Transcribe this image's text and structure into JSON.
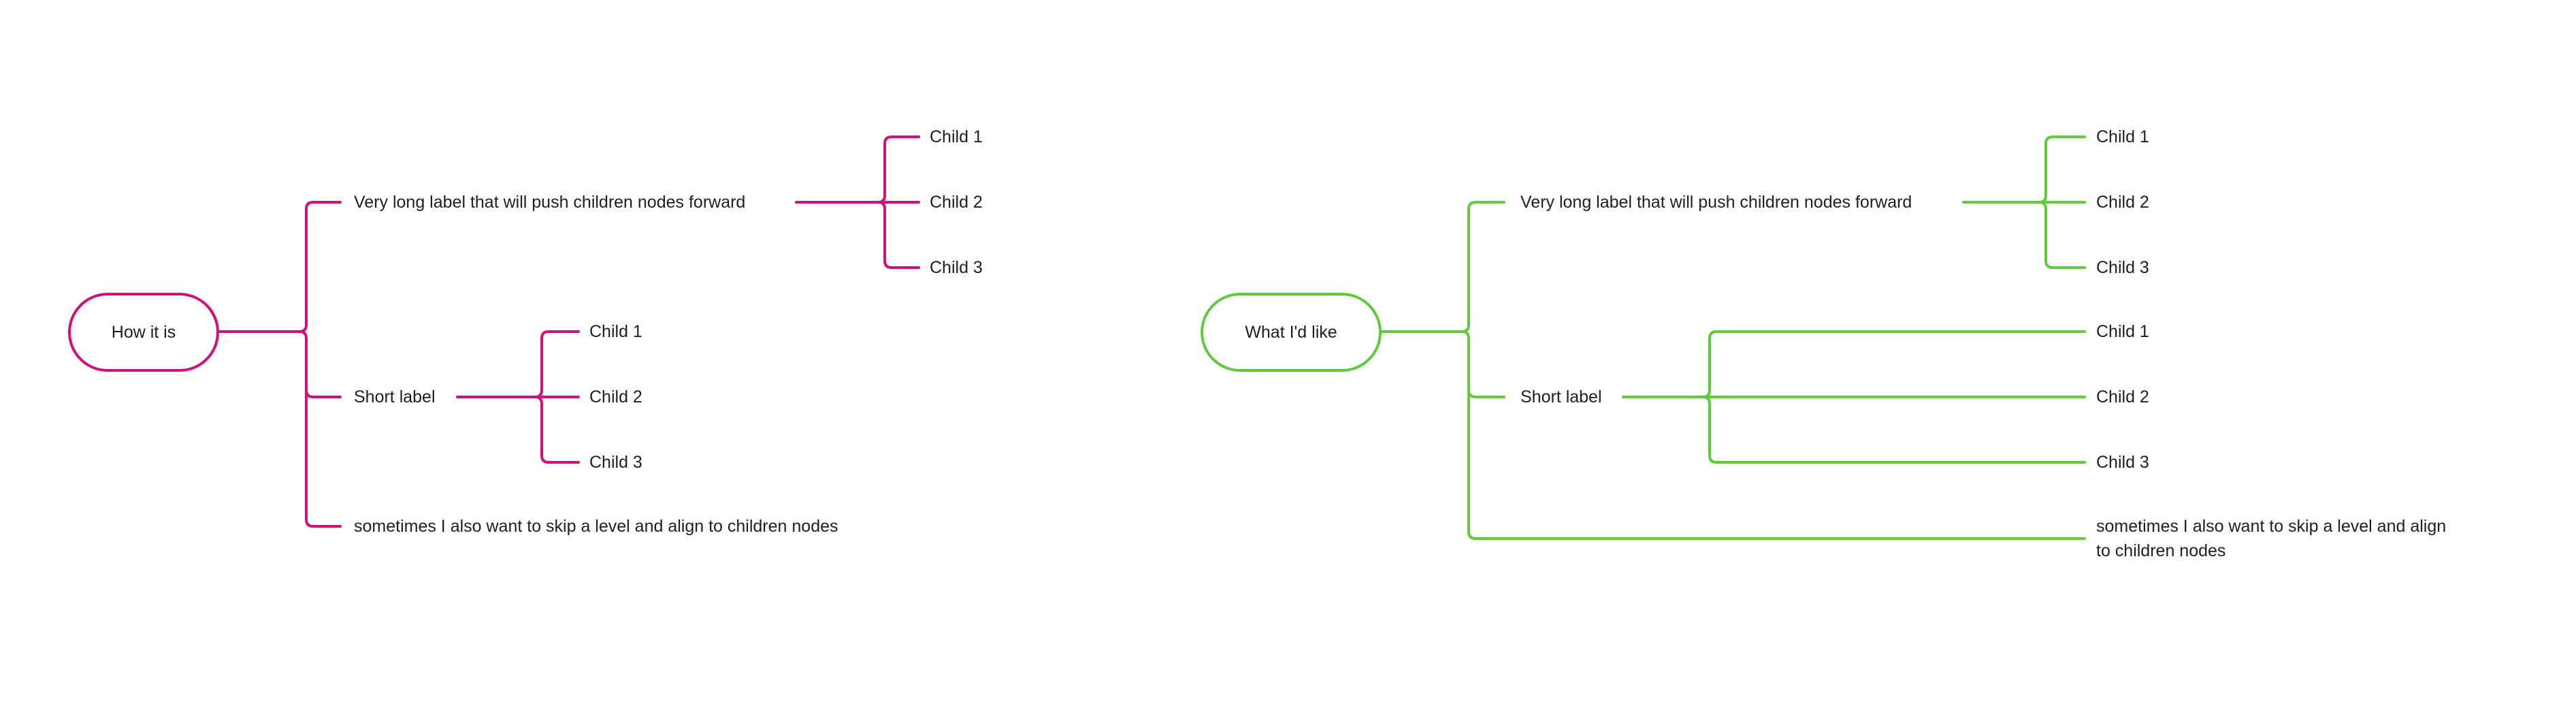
{
  "colors": {
    "left_accent": "#d0117a",
    "right_accent": "#5ecb3a",
    "text": "#1f1f1f",
    "background": "#ffffff"
  },
  "left_diagram": {
    "root": "How it is",
    "branch_long": "Very long label that will push children nodes forward",
    "branch_long_children": [
      "Child 1",
      "Child 2",
      "Child 3"
    ],
    "branch_short": "Short label",
    "branch_short_children": [
      "Child 1",
      "Child 2",
      "Child 3"
    ],
    "branch_skip": "sometimes I also want to skip a level and align to children nodes"
  },
  "right_diagram": {
    "root": "What I'd like",
    "branch_long": "Very long label that will push children nodes forward",
    "branch_long_children": [
      "Child 1",
      "Child 2",
      "Child 3"
    ],
    "branch_short": "Short label",
    "branch_short_children": [
      "Child 1",
      "Child 2",
      "Child 3"
    ],
    "branch_skip": "sometimes I also want to skip a level and align to children nodes"
  }
}
